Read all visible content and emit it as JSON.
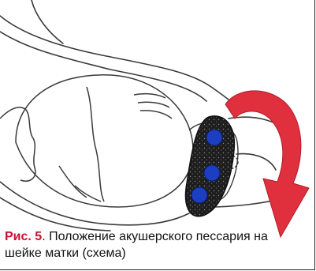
{
  "figure": {
    "caption_label": "Рис. 5",
    "caption_text": ". Положение акушерского пессария на шейке матки (схема)",
    "colors": {
      "arrow": "#e0303d",
      "pessary": "#1e1e1e",
      "dots": "#1c3fc2",
      "outline": "#3a3a3a",
      "label": "#c8102e"
    },
    "elements": [
      "uterus-outline",
      "fetal-head",
      "cervix",
      "pessary-ring",
      "pessary-dots",
      "rotation-arrow"
    ]
  }
}
